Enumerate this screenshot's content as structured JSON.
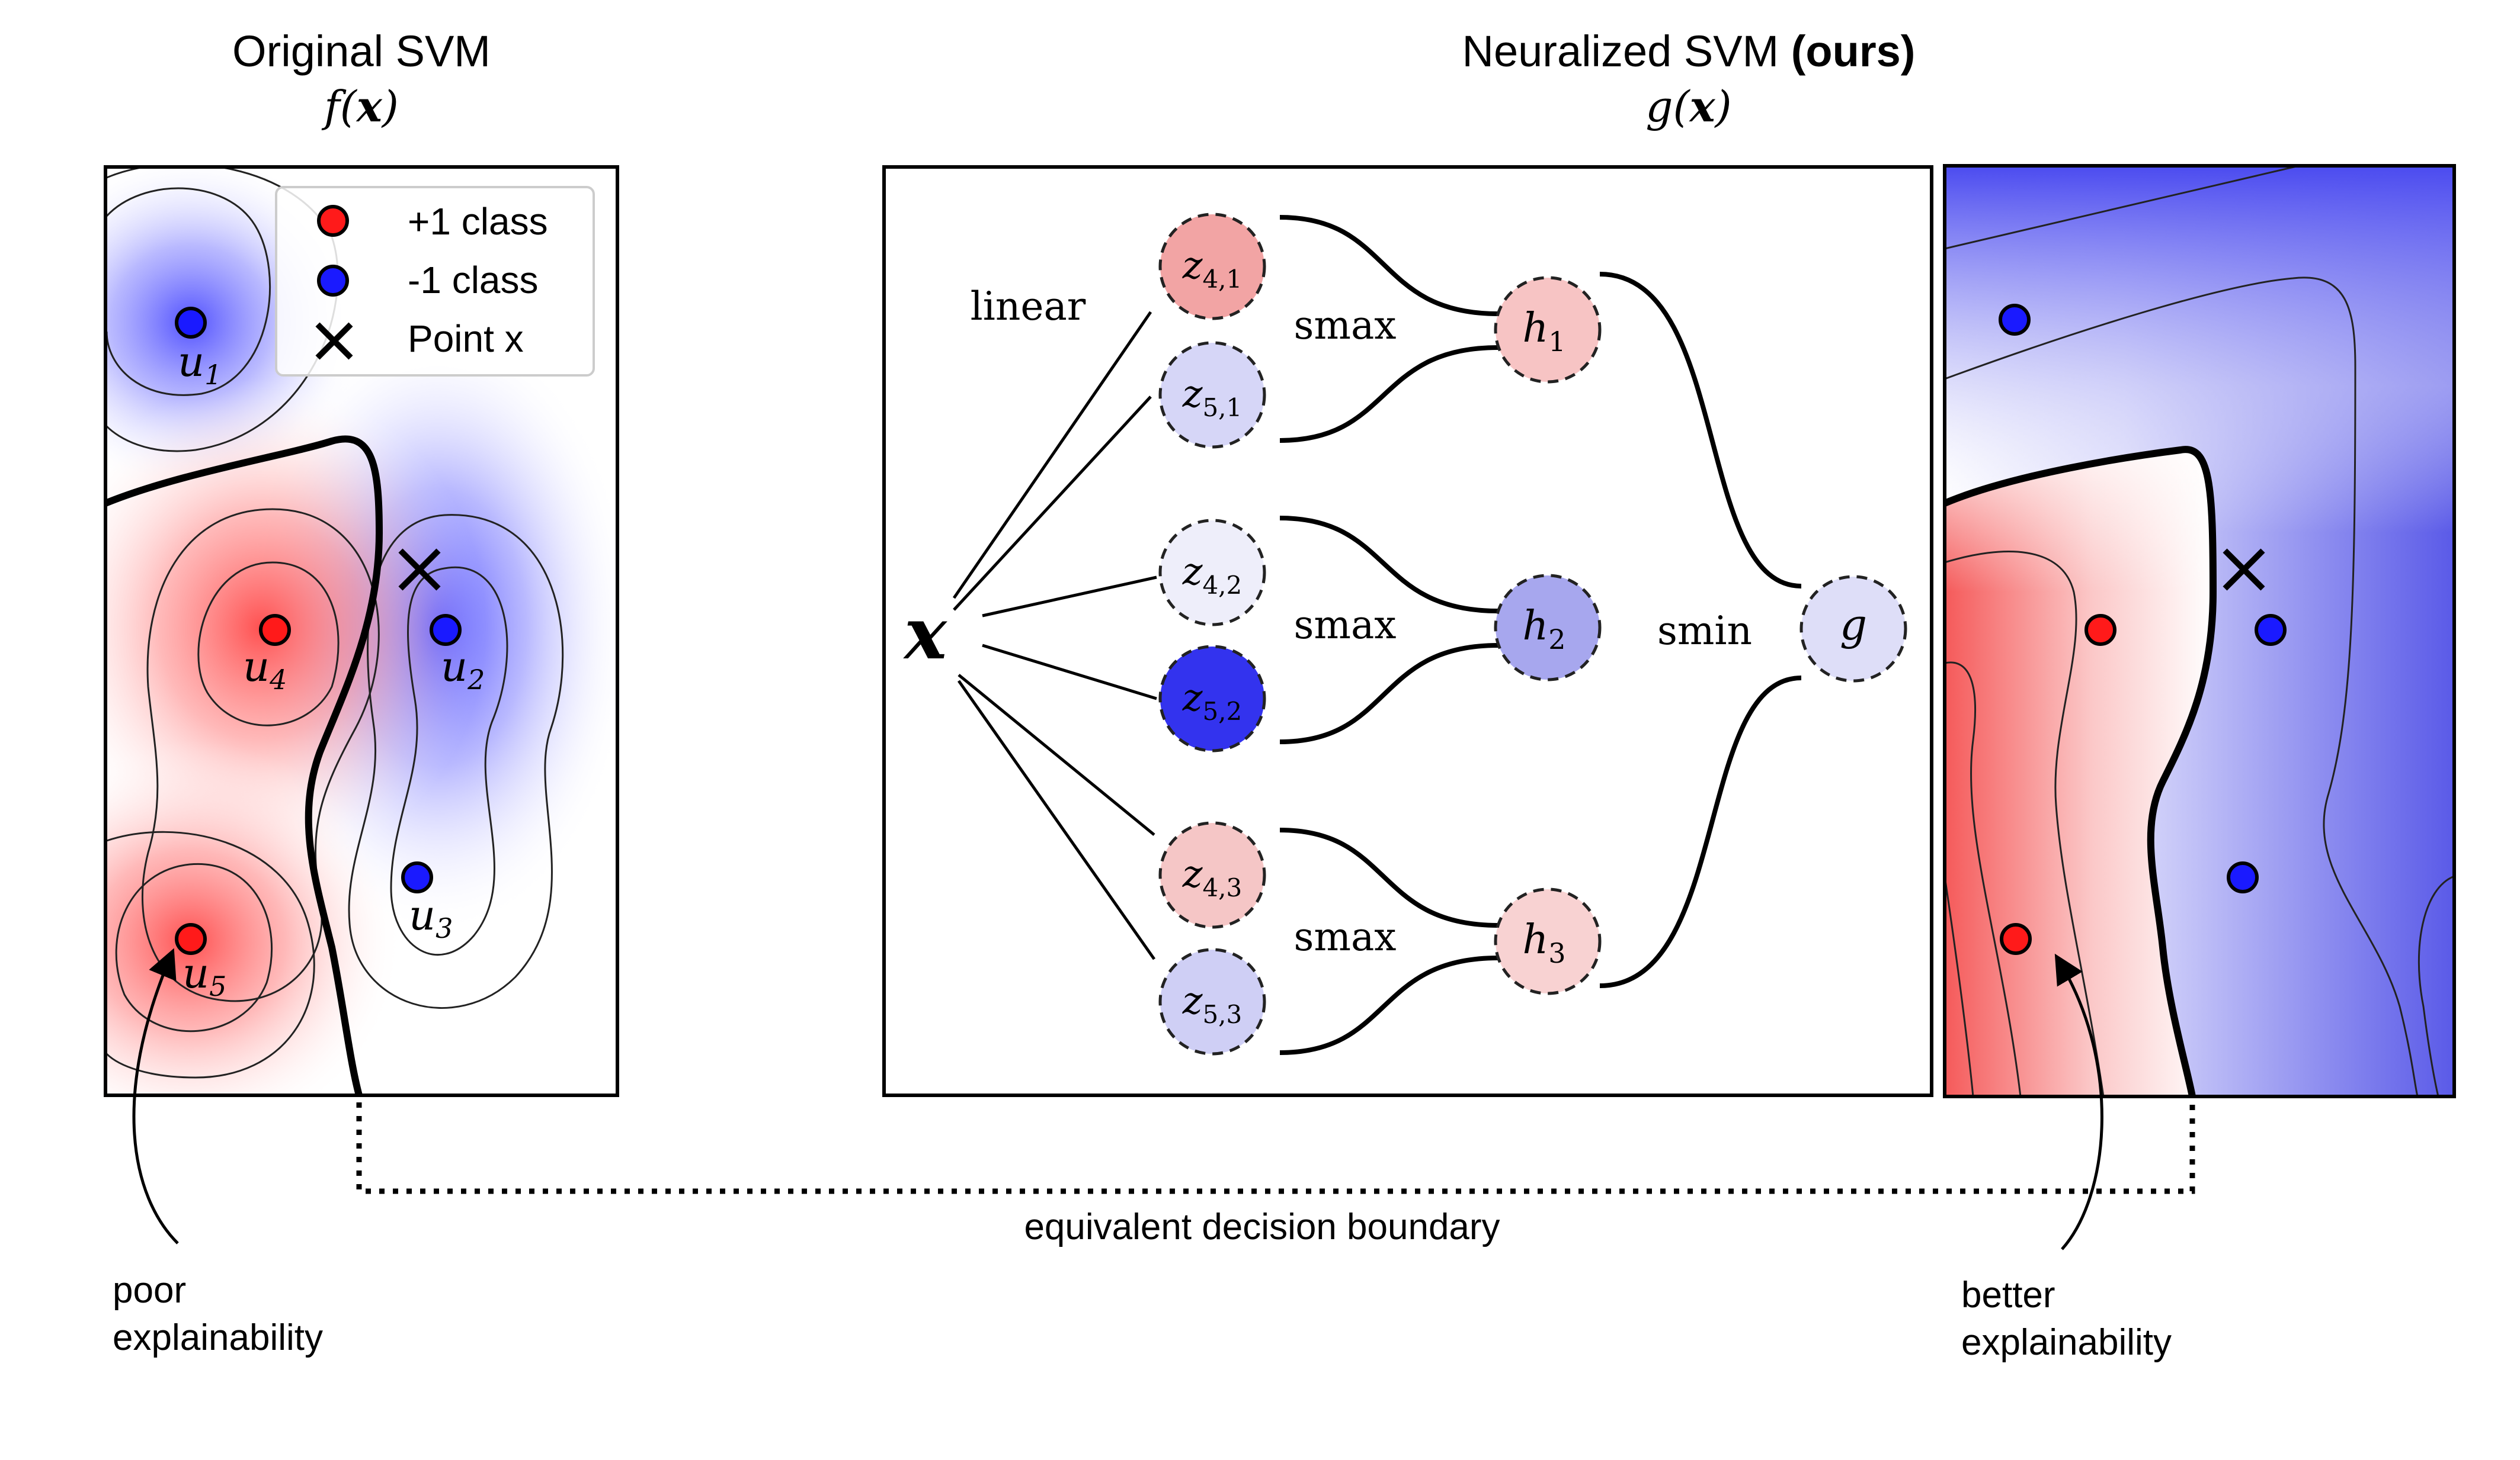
{
  "left_panel": {
    "title": "Original SVM",
    "function_label": "f(x)",
    "legend": {
      "positive": "+1 class",
      "negative": "-1 class",
      "point": "Point x"
    },
    "points": [
      "u1",
      "u2",
      "u3",
      "u4",
      "u5"
    ],
    "annotation": [
      "poor",
      "explainability"
    ]
  },
  "right_panel": {
    "title_main": "Neuralized SVM",
    "title_bold": "(ours)",
    "function_label": "g(x)",
    "annotation": [
      "better",
      "explainability"
    ]
  },
  "network": {
    "input": "x",
    "labels": {
      "linear": "linear",
      "smax_1": "smax",
      "smax_2": "smax",
      "smax_3": "smax",
      "smin": "smin"
    },
    "nodes": {
      "z41": {
        "name": "z",
        "sub": "4,1",
        "color": "#f2a4a4"
      },
      "z51": {
        "name": "z",
        "sub": "5,1",
        "color": "#d6d6f7"
      },
      "z42": {
        "name": "z",
        "sub": "4,2",
        "color": "#eeeefa"
      },
      "z52": {
        "name": "z",
        "sub": "5,2",
        "color": "#3333ee"
      },
      "z43": {
        "name": "z",
        "sub": "4,3",
        "color": "#f5c6c6"
      },
      "z53": {
        "name": "z",
        "sub": "5,3",
        "color": "#cfcff5"
      },
      "h1": {
        "name": "h",
        "sub": "1",
        "color": "#f7c4c4"
      },
      "h2": {
        "name": "h",
        "sub": "2",
        "color": "#a7a7ee"
      },
      "h3": {
        "name": "h",
        "sub": "3",
        "color": "#f8d2d2"
      },
      "g": {
        "name": "g",
        "sub": "",
        "color": "#dedef8"
      }
    }
  },
  "bottom_label": "equivalent decision boundary",
  "colors": {
    "positive_class": "#ff1a1a",
    "negative_class": "#1a1aff"
  }
}
